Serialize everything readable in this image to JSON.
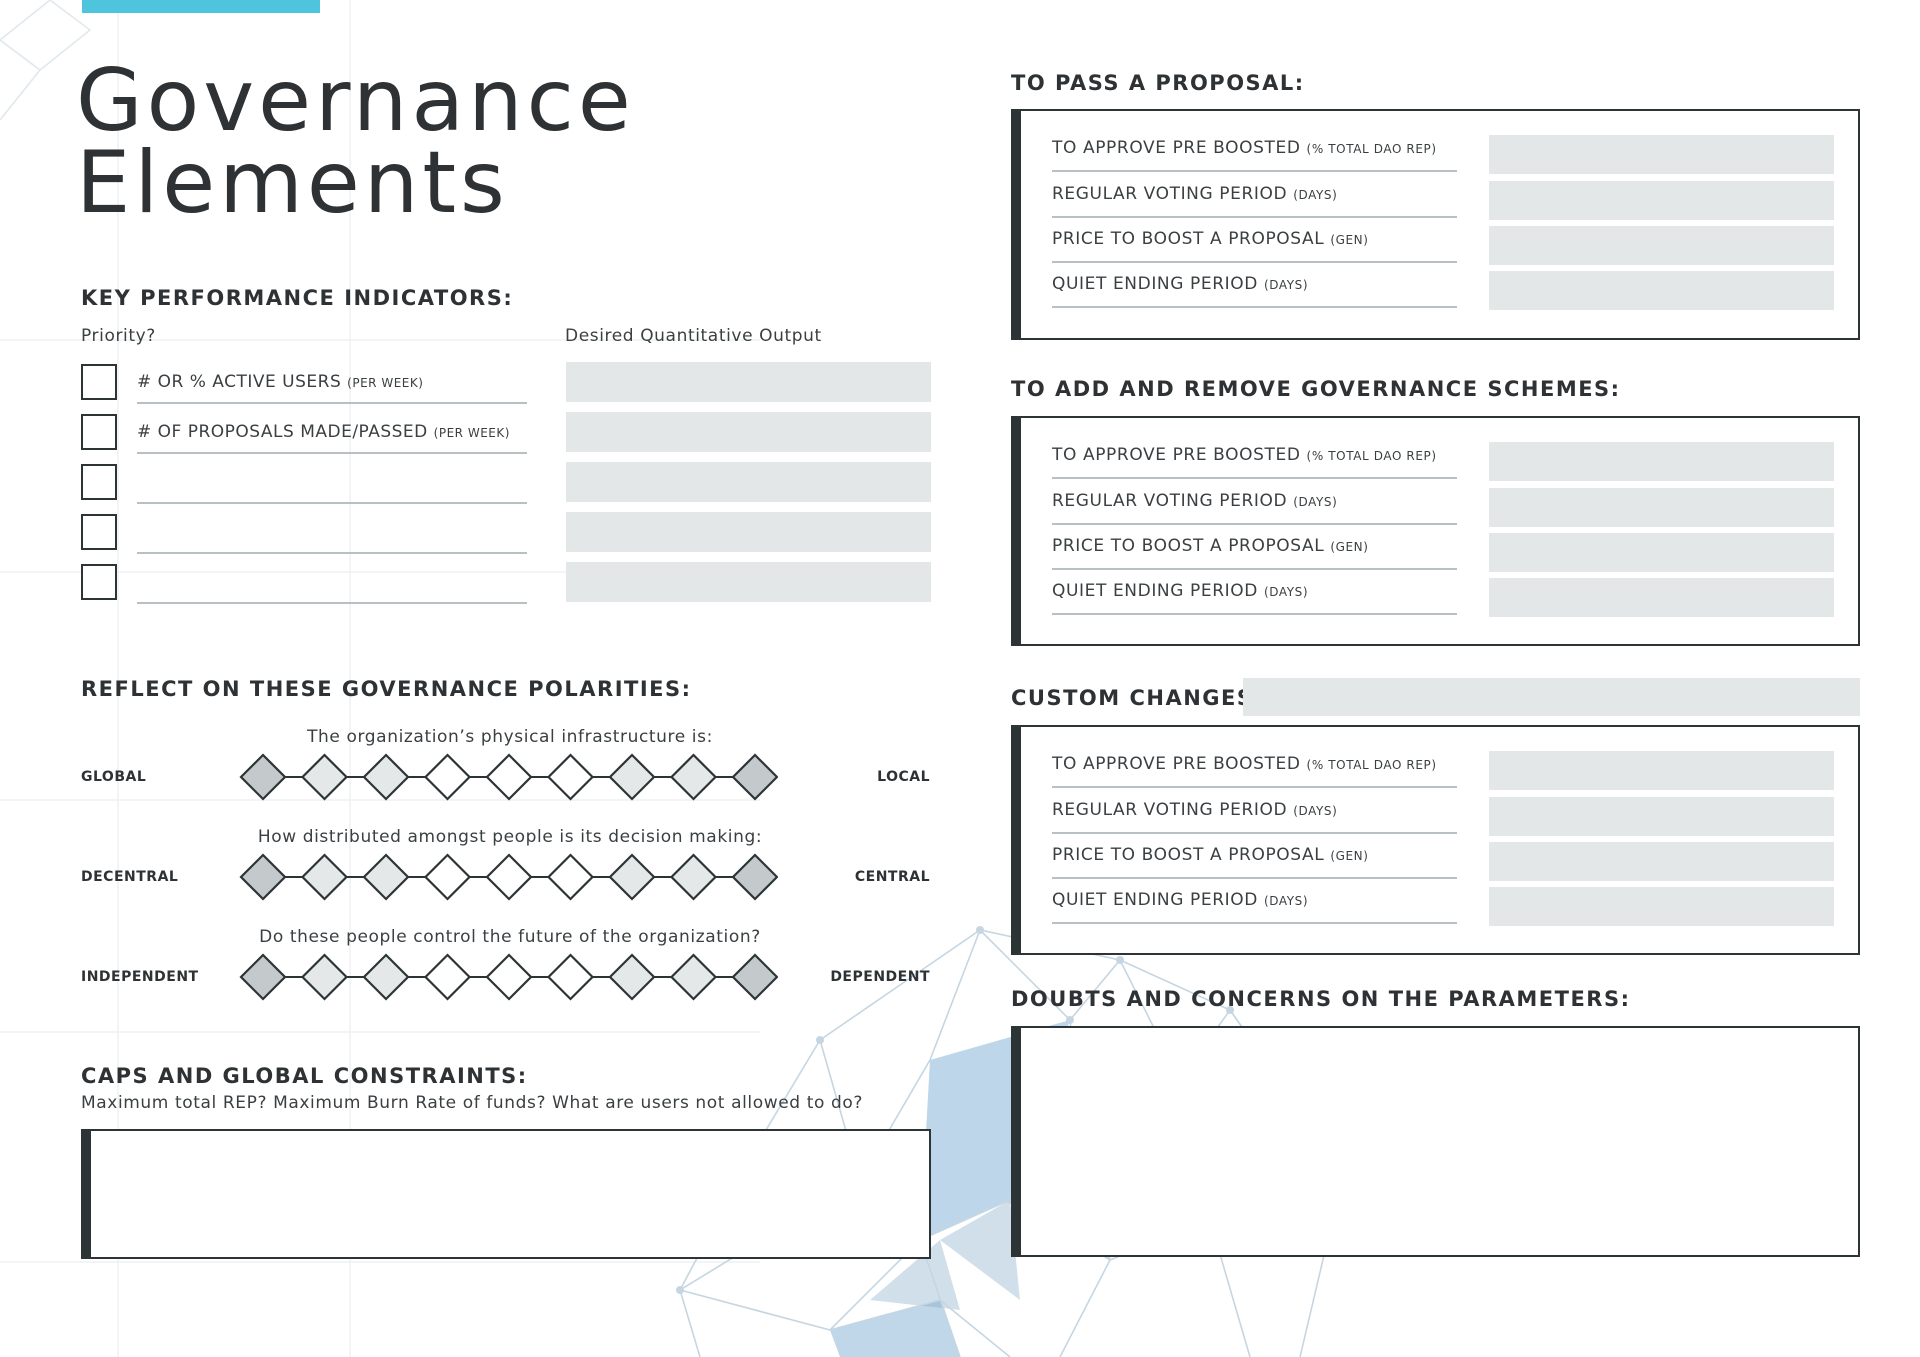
{
  "title": {
    "line1": "Governance",
    "line2": "Elements"
  },
  "kpi": {
    "heading": "KEY PERFORMANCE INDICATORS:",
    "priority_label": "Priority?",
    "output_label": "Desired Quantitative Output",
    "rows": [
      {
        "label": "# OR % ACTIVE USERS",
        "unit": "(PER WEEK)"
      },
      {
        "label": "# OF PROPOSALS MADE/PASSED",
        "unit": "(PER WEEK)"
      },
      {
        "label": "",
        "unit": ""
      },
      {
        "label": "",
        "unit": ""
      },
      {
        "label": "",
        "unit": ""
      }
    ]
  },
  "polarities": {
    "heading": "REFLECT ON THESE GOVERNANCE POLARITIES:",
    "scale_steps": 9,
    "rows": [
      {
        "question": "The organization’s physical infrastructure is:",
        "left": "GLOBAL",
        "right": "LOCAL"
      },
      {
        "question": "How distributed amongst people is its decision making:",
        "left": "DECENTRAL",
        "right": "CENTRAL"
      },
      {
        "question": "Do these people control the future of the organization?",
        "left": "INDEPENDENT",
        "right": "DEPENDENT"
      }
    ]
  },
  "caps": {
    "heading": "CAPS AND GLOBAL CONSTRAINTS:",
    "question": "Maximum total REP? Maximum Burn Rate of funds? What are users not allowed to do?"
  },
  "pass_proposal": {
    "heading": "TO PASS A PROPOSAL:",
    "params": [
      {
        "label": "TO APPROVE PRE BOOSTED",
        "unit": "(% TOTAL DAO REP)"
      },
      {
        "label": "REGULAR VOTING PERIOD",
        "unit": "(DAYS)"
      },
      {
        "label": "PRICE TO BOOST A PROPOSAL",
        "unit": "(GEN)"
      },
      {
        "label": "QUIET ENDING PERIOD",
        "unit": "(DAYS)"
      }
    ]
  },
  "schemes": {
    "heading": "TO ADD AND REMOVE GOVERNANCE SCHEMES:",
    "params": [
      {
        "label": "TO APPROVE PRE BOOSTED",
        "unit": "(% TOTAL DAO REP)"
      },
      {
        "label": "REGULAR VOTING PERIOD",
        "unit": "(DAYS)"
      },
      {
        "label": "PRICE TO BOOST A PROPOSAL",
        "unit": "(GEN)"
      },
      {
        "label": "QUIET ENDING PERIOD",
        "unit": "(DAYS)"
      }
    ]
  },
  "custom": {
    "heading": "CUSTOM CHANGES:",
    "params": [
      {
        "label": "TO APPROVE PRE BOOSTED",
        "unit": "(% TOTAL DAO REP)"
      },
      {
        "label": "REGULAR VOTING PERIOD",
        "unit": "(DAYS)"
      },
      {
        "label": "PRICE TO BOOST A PROPOSAL",
        "unit": "(GEN)"
      },
      {
        "label": "QUIET ENDING PERIOD",
        "unit": "(DAYS)"
      }
    ]
  },
  "doubts": {
    "heading": "DOUBTS AND CONCERNS ON THE PARAMETERS:"
  },
  "colors": {
    "accent": "#4ec5dd",
    "ink": "#2d3436",
    "field": "#e3e7e8",
    "diamond_dark": "#c4cacb",
    "diamond_light": "#e4e8e9"
  }
}
